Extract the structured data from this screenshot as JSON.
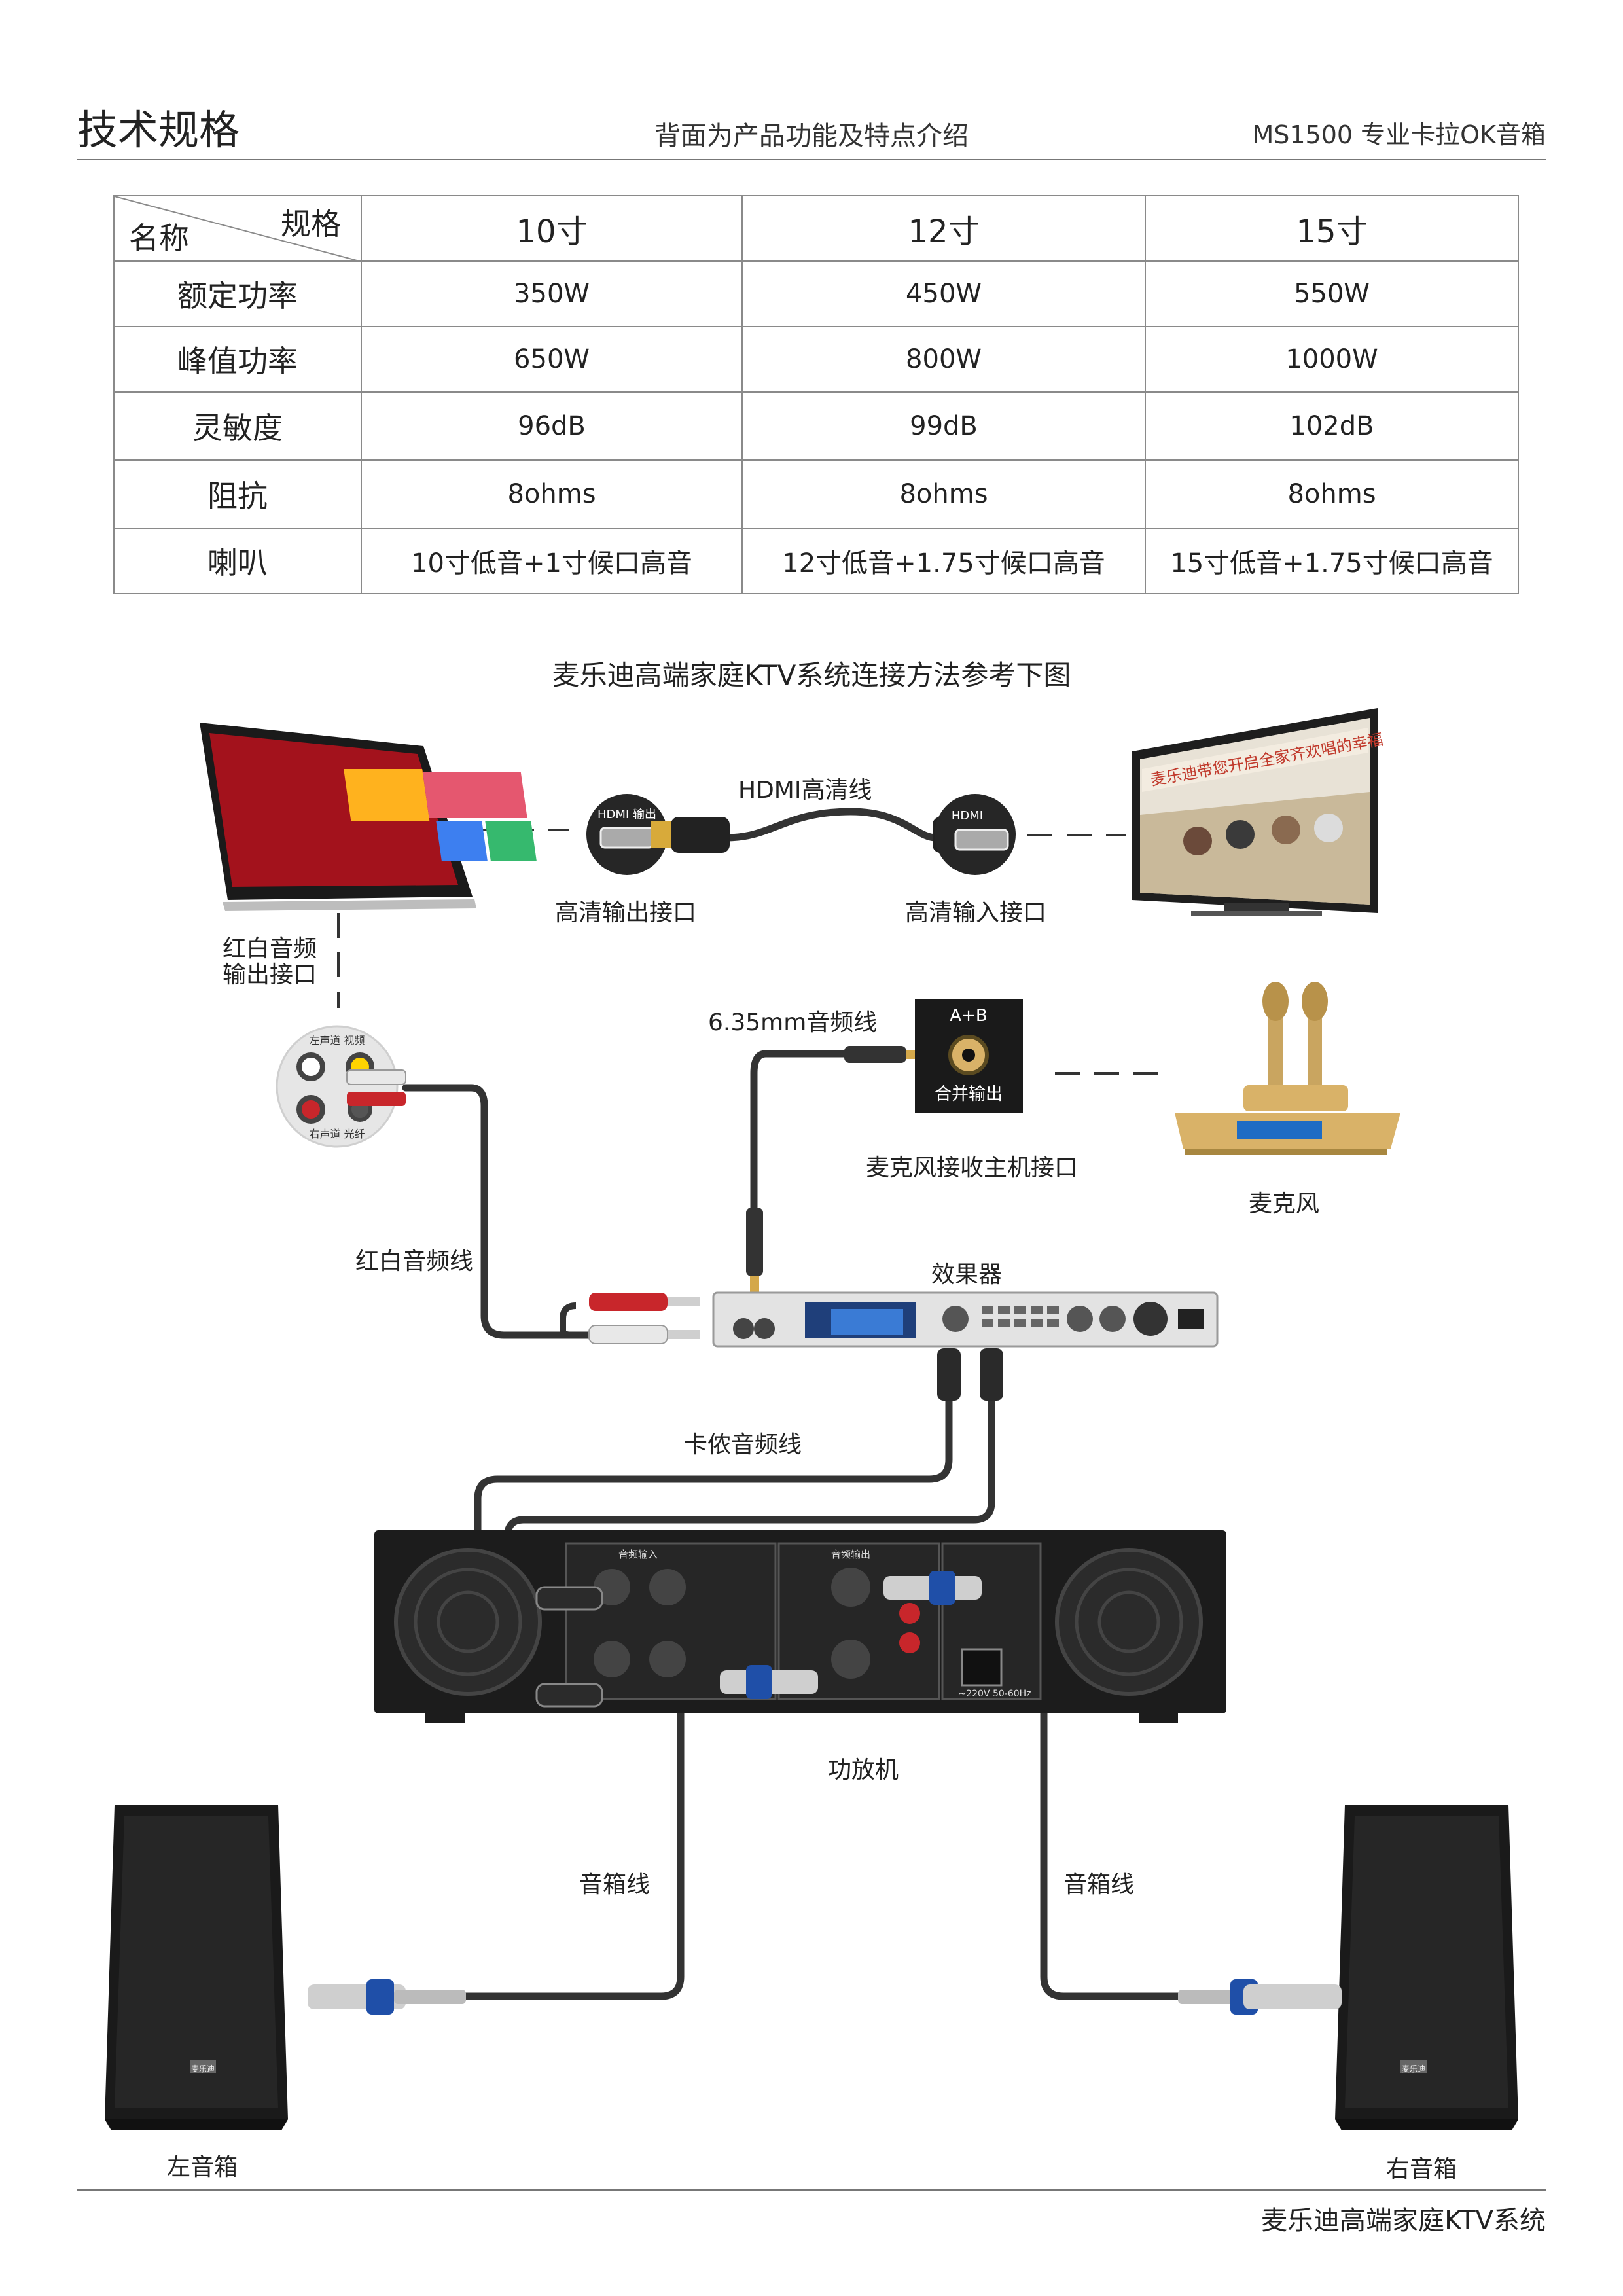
{
  "header": {
    "title": "技术规格",
    "subtitle": "背面为产品功能及特点介绍",
    "model": "MS1500  专业卡拉OK音箱"
  },
  "spec_table": {
    "corner_top": "规格",
    "corner_bottom": "名称",
    "columns": [
      "10寸",
      "12寸",
      "15寸"
    ],
    "rows": [
      {
        "name": "额定功率",
        "values": [
          "350W",
          "450W",
          "550W"
        ]
      },
      {
        "name": "峰值功率",
        "values": [
          "650W",
          "800W",
          "1000W"
        ]
      },
      {
        "name": "灵敏度",
        "values": [
          "96dB",
          "99dB",
          "102dB"
        ]
      },
      {
        "name": "阻抗",
        "values": [
          "8ohms",
          "8ohms",
          "8ohms"
        ]
      },
      {
        "name": "喇叭",
        "values": [
          "10寸低音+1寸候口高音",
          "12寸低音+1.75寸候口高音",
          "15寸低音+1.75寸候口高音"
        ]
      }
    ]
  },
  "diagram": {
    "caption": "麦乐迪高端家庭KTV系统连接方法参考下图",
    "hdmi_cable": "HDMI高清线",
    "hdmi_out_port": "高清输出接口",
    "hdmi_in_port": "高清输入接口",
    "hdmi_out_tag": "HDMI 输出",
    "hdmi_in_tag": "HDMI",
    "tv_banner": "麦乐迪带您开启全家齐欢唱的幸福",
    "rca_output_port_line1": "红白音频",
    "rca_output_port_line2": "输出接口",
    "rca_port_top": "左声道  视频",
    "rca_port_bottom": "右声道  光纤",
    "jack_cable": "6.35mm音频线",
    "mic_port_top": "A+B",
    "mic_port_bottom": "合并输出",
    "mic_receiver_port": "麦克风接收主机接口",
    "microphone": "麦克风",
    "rca_cable": "红白音频线",
    "effects_unit": "效果器",
    "xlr_cable": "卡侬音频线",
    "amp_input_label": "音频输入",
    "amp_output_label": "音频输出",
    "amp_power_label": "~220V 50-60Hz",
    "amplifier": "功放机",
    "speaker_cable_left": "音箱线",
    "speaker_cable_right": "音箱线",
    "left_speaker": "左音箱",
    "right_speaker": "右音箱",
    "speaker_badge": "麦乐迪"
  },
  "footer": {
    "text": "麦乐迪高端家庭KTV系统"
  },
  "colors": {
    "rule": "#777777",
    "cable": "#333333",
    "speakon_blue": "#1f4fa8",
    "gold": "#d9b268",
    "rca_red": "#c8262b"
  }
}
